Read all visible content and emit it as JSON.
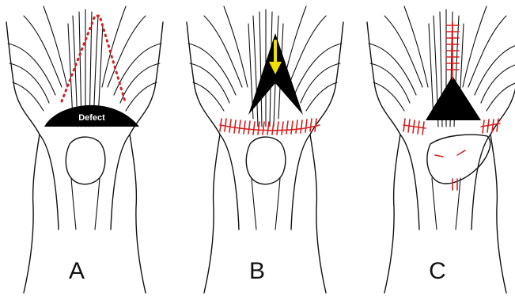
{
  "panels": [
    {
      "label": "A"
    },
    {
      "label": "B"
    },
    {
      "label": "C"
    }
  ],
  "defect_label": "Defect",
  "colors": {
    "line": "#111111",
    "suture": "#d42020",
    "arrow": "#f0e000",
    "fill": "#000000"
  }
}
